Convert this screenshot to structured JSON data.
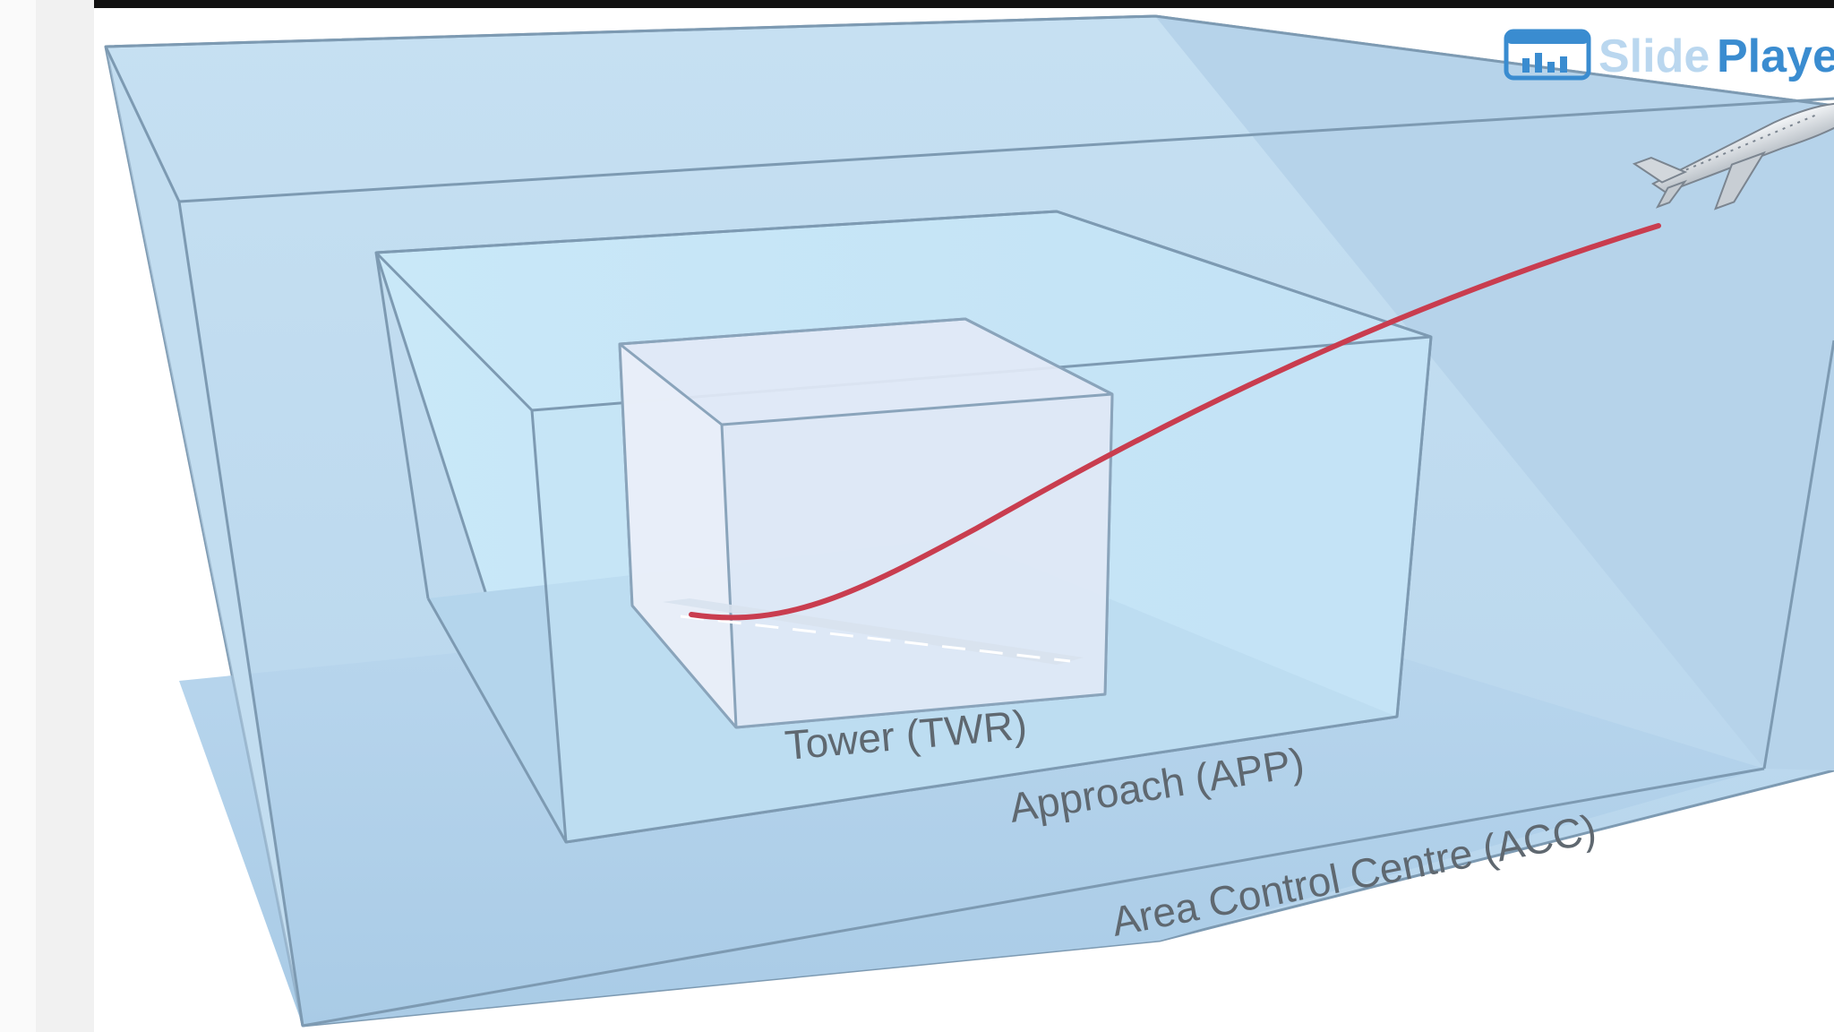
{
  "diagram": {
    "zones": {
      "tower": {
        "label": "Tower (TWR)"
      },
      "approach": {
        "label": "Approach (APP)"
      },
      "area_control": {
        "label": "Area Control Centre (ACC)"
      }
    },
    "watermark": {
      "part1": "Slide",
      "part2": "Playe"
    }
  },
  "colors": {
    "acc_fill": "#bcd9ee",
    "app_fill": "#c8e6f6",
    "twr_fill": "#e4ecf8",
    "edge": "#7d9ab2",
    "flight_path": "#c93d4f",
    "label_text": "#5f6870",
    "watermark": "#3a8cd0"
  },
  "icons": [
    "airplane-icon",
    "slideplayer-logo-icon"
  ]
}
